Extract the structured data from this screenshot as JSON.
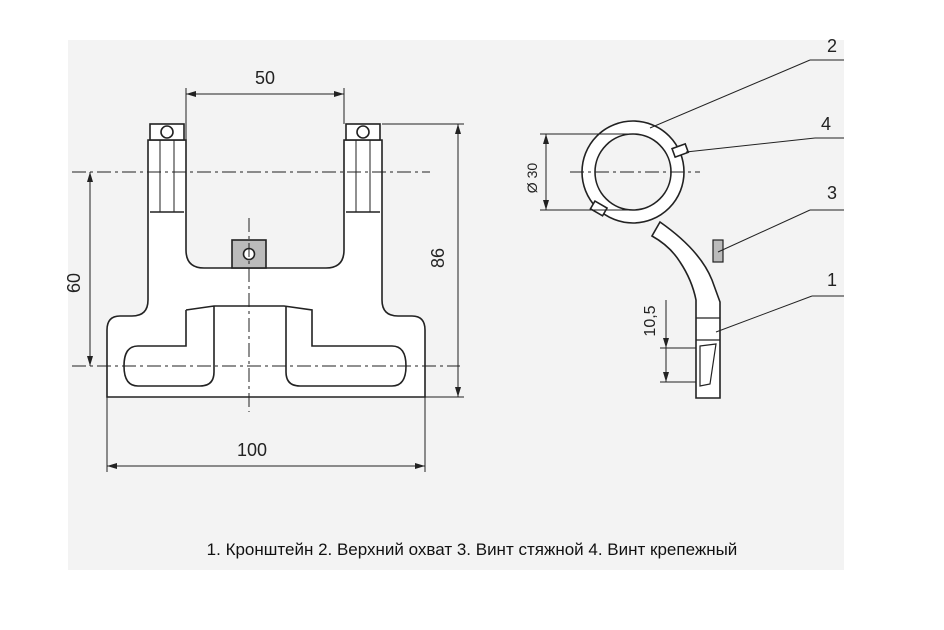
{
  "front_view": {
    "dim_top": "50",
    "dim_left": "60",
    "dim_right": "86",
    "dim_bottom": "100"
  },
  "side_view": {
    "dim_diameter": "Ø 30",
    "dim_small": "10,5",
    "callout_1": "1",
    "callout_2": "2",
    "callout_3": "3",
    "callout_4": "4"
  },
  "caption": "1. Кронштейн  2. Верхний охват  3. Винт стяжной  4. Винт крепежный",
  "colors": {
    "line": "#222222",
    "fill": "#ffffff",
    "shade": "#bbbbbb",
    "background": "#f3f3f3"
  }
}
